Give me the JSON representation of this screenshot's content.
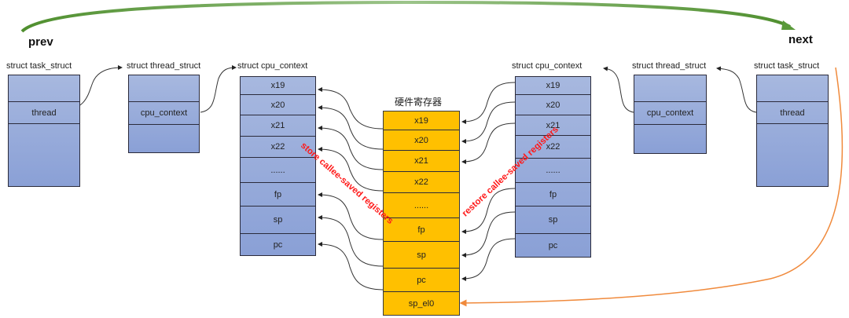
{
  "prev_label": "prev",
  "next_label": "next",
  "prev": {
    "task_struct": {
      "title": "struct task_struct",
      "fields": [
        "",
        "thread",
        ""
      ]
    },
    "thread_struct": {
      "title": "struct thread_struct",
      "fields": [
        "",
        "cpu_context",
        ""
      ]
    },
    "cpu_context": {
      "title": "struct cpu_context",
      "fields": [
        "x19",
        "x20",
        "x21",
        "x22",
        "......",
        "fp",
        "sp",
        "pc"
      ]
    }
  },
  "hardware": {
    "title": "硬件寄存器",
    "fields": [
      "x19",
      "x20",
      "x21",
      "x22",
      "......",
      "fp",
      "sp",
      "pc",
      "sp_el0"
    ]
  },
  "next": {
    "cpu_context": {
      "title": "struct cpu_context",
      "fields": [
        "x19",
        "x20",
        "x21",
        "x22",
        "......",
        "fp",
        "sp",
        "pc"
      ]
    },
    "thread_struct": {
      "title": "struct thread_struct",
      "fields": [
        "",
        "cpu_context",
        ""
      ]
    },
    "task_struct": {
      "title": "struct task_struct",
      "fields": [
        "",
        "thread",
        ""
      ]
    }
  },
  "annotations": {
    "store": "store callee-saved registers",
    "restore": "restore callee-saved registers"
  },
  "colors": {
    "struct_fill": "#97abda",
    "hw_fill": "#ffc000",
    "switch_arrow": "#5a9a3a",
    "sp_el0_arrow": "#f08a3c",
    "annotation": "#ff1a1a"
  }
}
